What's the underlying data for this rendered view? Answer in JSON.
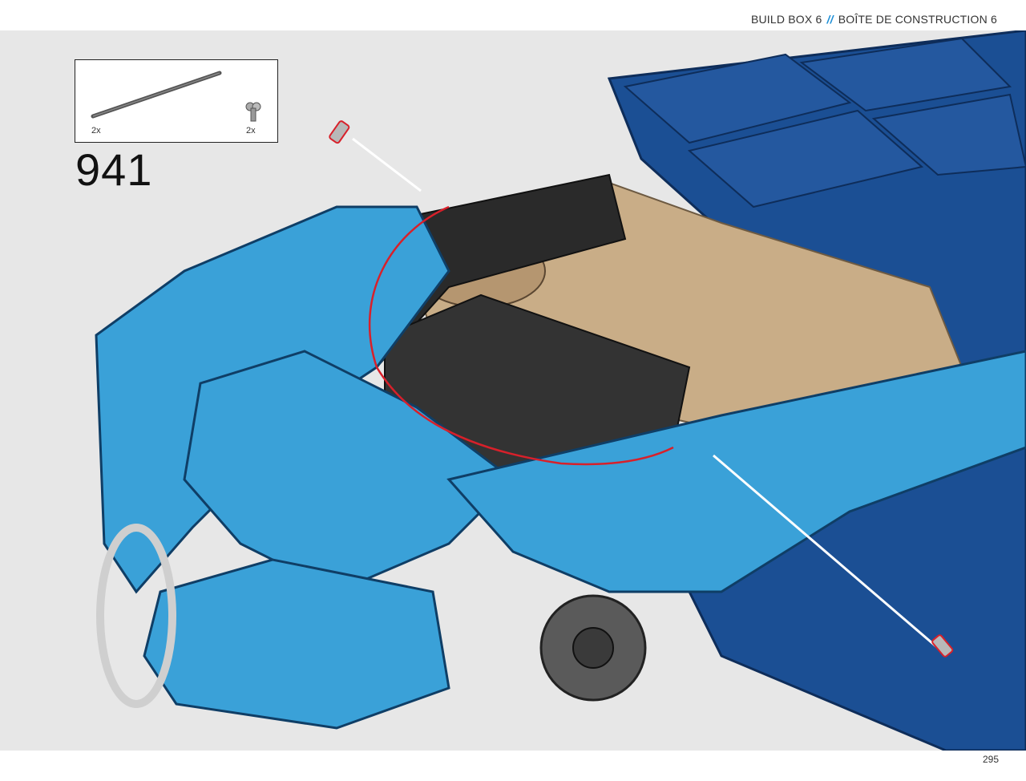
{
  "header": {
    "build_box_en": "BUILD BOX 6",
    "separator": "//",
    "build_box_fr": "BOÎTE DE CONSTRUCTION 6"
  },
  "parts": [
    {
      "icon": "axle-icon",
      "quantity": "2x"
    },
    {
      "icon": "pin-connector-icon",
      "quantity": "2x"
    }
  ],
  "step_number": "941",
  "page_number": "295",
  "colors": {
    "background": "#e7e7e7",
    "body_light_blue": "#3aa1d8",
    "body_dark_blue": "#1b4f94",
    "interior_tan": "#c9ad87",
    "frame_black": "#2a2a2a",
    "highlight_red": "#d8202a",
    "accent_header": "#1e8fd6"
  }
}
